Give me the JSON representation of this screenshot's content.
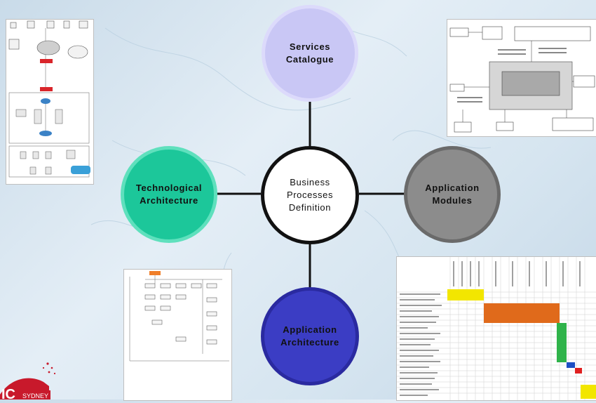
{
  "diagram": {
    "center": {
      "label": "Business\nProcesses\nDefinition"
    },
    "top": {
      "label": "Services\nCatalogue"
    },
    "left": {
      "label": "Technological\nArchitecture"
    },
    "right": {
      "label": "Application\nModules"
    },
    "bottom": {
      "label": "Application\nArchitecture"
    }
  },
  "logo": {
    "text": "SYDNEY",
    "partial_text": "IC"
  },
  "colors": {
    "center_fill": "#ffffff",
    "center_border": "#111111",
    "top_fill": "#c9c7f5",
    "top_border": "#dcdafb",
    "left_fill": "#1cc79a",
    "left_border": "#5fe0bd",
    "right_fill": "#8c8c8c",
    "right_border": "#6a6a6a",
    "bottom_fill": "#3b3dc4",
    "bottom_border": "#2a2aa0",
    "logo_red": "#c8192b"
  }
}
